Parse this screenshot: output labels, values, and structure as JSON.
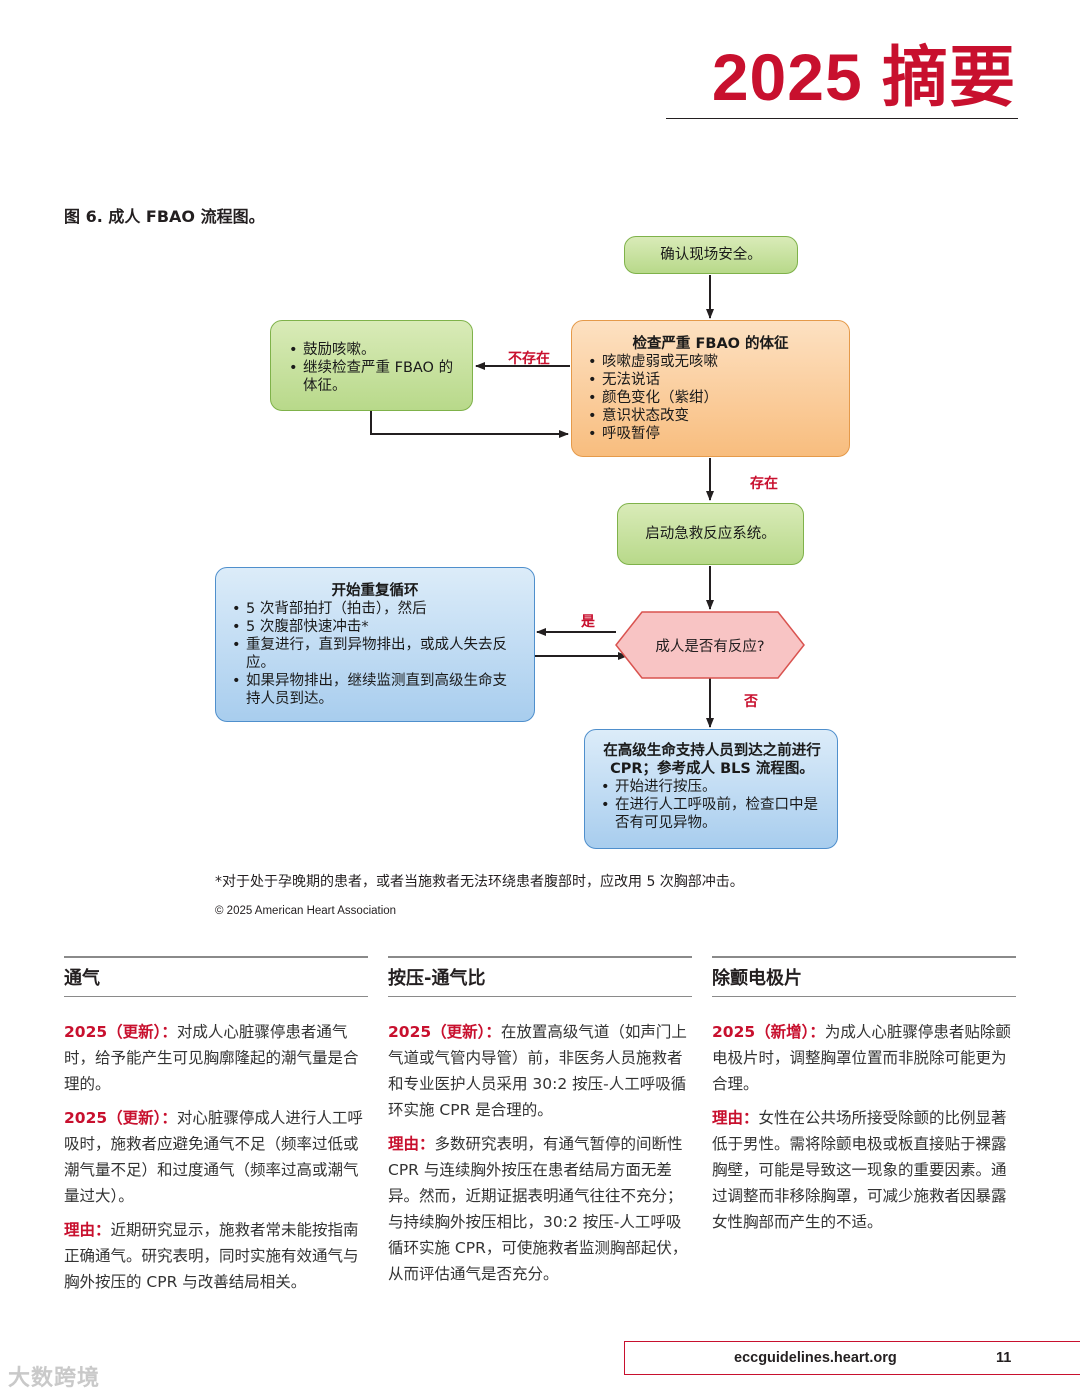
{
  "header": {
    "title": "2025 摘要"
  },
  "figure": {
    "caption": "图 6. 成人 FBAO 流程图。",
    "nodes": {
      "scene_safety": "确认现场安全。",
      "check": {
        "title": "检查严重 FBAO 的体征",
        "items": [
          "咳嗽虚弱或无咳嗽",
          "无法说话",
          "颜色变化（紫绀）",
          "意识状态改变",
          "呼吸暂停"
        ]
      },
      "encourage": {
        "items": [
          "鼓励咳嗽。",
          "继续检查严重 FBAO 的体征。"
        ]
      },
      "activate": "启动急救反应系统。",
      "responsive": "成人是否有反应?",
      "cycle": {
        "title": "开始重复循环",
        "items": [
          "5 次背部拍打（拍击），然后",
          "5 次腹部快速冲击*",
          "重复进行，直到异物排出，或成人失去反应。",
          "如果异物排出，继续监测直到高级生命支持人员到达。"
        ]
      },
      "cpr": {
        "title": "在高级生命支持人员到达之前进行 CPR；参考成人 BLS 流程图。",
        "items": [
          "开始进行按压。",
          "在进行人工呼吸前，检查口中是否有可见异物。"
        ]
      }
    },
    "labels": {
      "absent": "不存在",
      "present": "存在",
      "yes": "是",
      "no": "否"
    },
    "footnote": "*对于处于孕晚期的患者，或者当施救者无法环绕患者腹部时，应改用 5 次胸部冲击。",
    "copyright": "© 2025 American Heart Association"
  },
  "columns": [
    {
      "title": "通气",
      "paragraphs": [
        {
          "tag": "2025（更新）：",
          "text": "对成人心脏骤停患者通气时，给予能产生可见胸廓隆起的潮气量是合理的。"
        },
        {
          "tag": "2025（更新）：",
          "text": "对心脏骤停成人进行人工呼吸时，施救者应避免通气不足（频率过低或潮气量不足）和过度通气（频率过高或潮气量过大）。"
        },
        {
          "tag": "理由：",
          "text": "近期研究显示，施救者常未能按指南正确通气。研究表明，同时实施有效通气与胸外按压的 CPR 与改善结局相关。"
        }
      ]
    },
    {
      "title": "按压-通气比",
      "paragraphs": [
        {
          "tag": "2025（更新）：",
          "text": "在放置高级气道（如声门上气道或气管内导管）前，非医务人员施救者和专业医护人员采用 30:2 按压-人工呼吸循环实施 CPR 是合理的。"
        },
        {
          "tag": "理由：",
          "text": "多数研究表明，有通气暂停的间断性 CPR 与连续胸外按压在患者结局方面无差异。然而，近期证据表明通气往往不充分；与持续胸外按压相比，30:2 按压-人工呼吸循环实施 CPR，可使施救者监测胸部起伏，从而评估通气是否充分。"
        }
      ]
    },
    {
      "title": "除颤电极片",
      "paragraphs": [
        {
          "tag": "2025（新增）：",
          "text": "为成人心脏骤停患者贴除颤电极片时，调整胸罩位置而非脱除可能更为合理。"
        },
        {
          "tag": "理由：",
          "text": "女性在公共场所接受除颤的比例显著低于男性。需将除颤电极或板直接贴于裸露胸壁，可能是导致这一现象的重要因素。通过调整而非移除胸罩，可减少施救者因暴露女性胸部而产生的不适。"
        }
      ]
    }
  ],
  "footer": {
    "url": "eccguidelines.heart.org",
    "page": "11"
  },
  "watermark": "大数跨境"
}
